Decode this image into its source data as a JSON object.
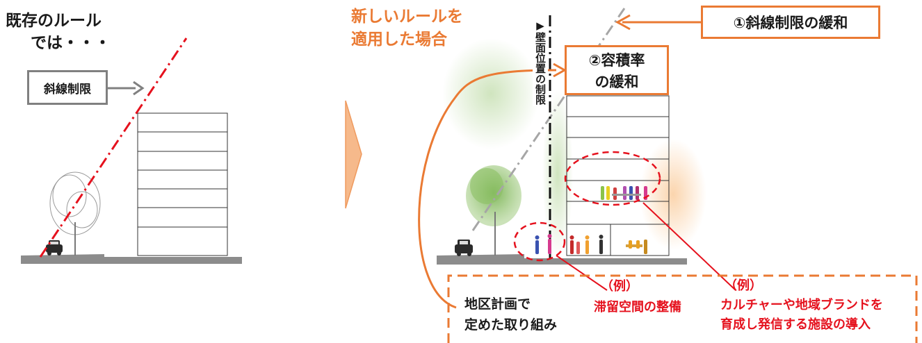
{
  "existing": {
    "title_line1": "既存のルール",
    "title_line2": "では・・・",
    "slant_label": "斜線制限"
  },
  "new_rules": {
    "title_line1": "新しいルールを",
    "title_line2": "適用した場合",
    "relax1_label": "①斜線制限の緩和",
    "relax2_line1": "②容積率",
    "relax2_line2": "の緩和",
    "wall_position_label": "▶壁面位置の制限"
  },
  "district_plan": {
    "label_line1": "地区計画で",
    "label_line2": "定めた取り組み",
    "example1_tag": "（例）",
    "example1_text": "滞留空間の整備",
    "example2_tag": "（例）",
    "example2_line1": "カルチャーや地域ブランドを",
    "example2_line2": "育成し発信する施設の導入"
  },
  "colors": {
    "accent_orange": "#ea7a33",
    "highlight_red": "#e5111d",
    "box_gray": "#808080",
    "slant_line_red": "#e5111d",
    "slant_line_gray": "#a6a6a6"
  }
}
